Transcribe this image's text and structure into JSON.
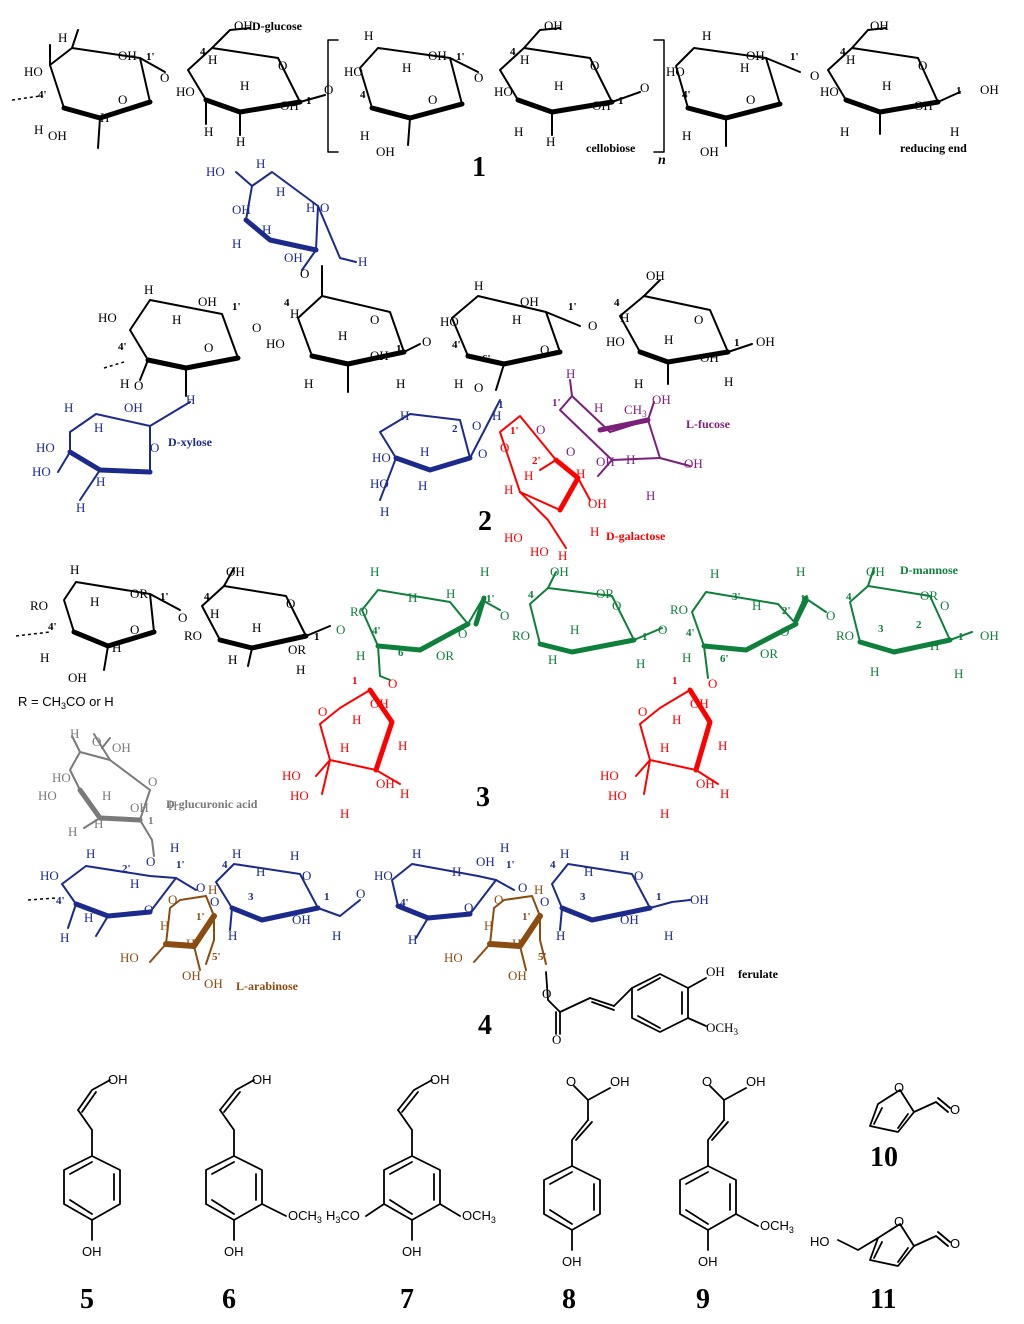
{
  "colors": {
    "black": "#000000",
    "blue": "#1c2a8c",
    "purple": "#7b1f7b",
    "red": "#ff0000",
    "green": "#0f7f3c",
    "gray": "#7a7a7a",
    "brown": "#8b4c12"
  },
  "structure1": {
    "label_dglucose": "D-glucose",
    "label_cellobiose": "cellobiose",
    "label_n": "n",
    "label_reducing_end": "reducing end",
    "compound_number": "1"
  },
  "structure2": {
    "label_dxylose": "D-xylose",
    "label_lfucose": "L-fucose",
    "label_dgalactose": "D-galactose",
    "label_ch3": "CH",
    "label_ch3_sub": "3",
    "compound_number": "2"
  },
  "structure3": {
    "label_dmannose": "D-mannose",
    "r_def_prefix": "R = CH",
    "r_def_sub": "3",
    "r_def_suffix": "CO or H",
    "compound_number": "3"
  },
  "structure4": {
    "label_dglucuronic": "D-glucuronic acid",
    "label_larabinose": "L-arabinose",
    "label_ferulate": "ferulate",
    "label_och3": "OCH",
    "label_och3_sub": "3",
    "compound_number": "4"
  },
  "small_compounds": {
    "oh": "OH",
    "och3_prefix": "OCH",
    "och3_sub": "3",
    "h3co_prefix": "H",
    "h3co_sub": "3",
    "h3co_suffix": "CO",
    "ring_o": "O",
    "ho": "HO",
    "num5": "5",
    "num6": "6",
    "num7": "7",
    "num8": "8",
    "num9": "9",
    "num10": "10",
    "num11": "11"
  },
  "atoms": {
    "h": "H",
    "o": "O",
    "oh": "OH",
    "ho": "HO",
    "ro": "RO",
    "or": "OR",
    "p1": "1",
    "p1p": "1'",
    "p2": "2",
    "p2p": "2'",
    "p3": "3",
    "p3p": "3'",
    "p4": "4",
    "p4p": "4'",
    "p5p": "5'",
    "p6p": "6'"
  }
}
